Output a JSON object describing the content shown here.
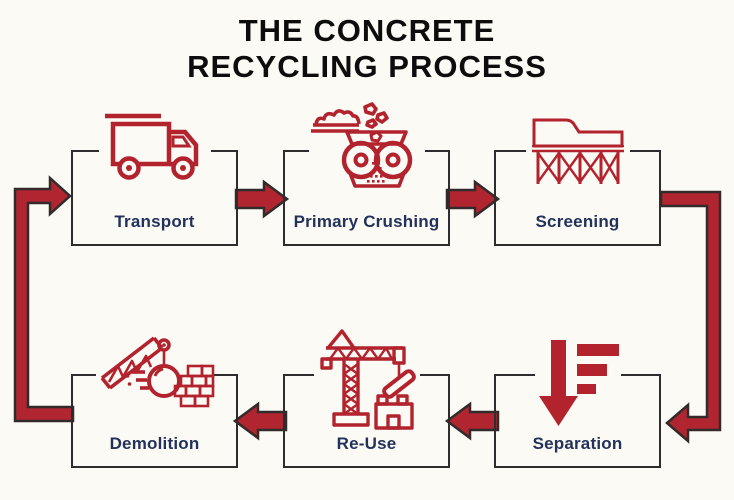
{
  "title": {
    "line1": "THE CONCRETE",
    "line2": "RECYCLING PROCESS"
  },
  "steps": [
    {
      "id": "transport",
      "label": "Transport",
      "icon": "truck-icon"
    },
    {
      "id": "primary-crushing",
      "label": "Primary Crushing",
      "icon": "crusher-icon"
    },
    {
      "id": "screening",
      "label": "Screening",
      "icon": "screening-machine-icon"
    },
    {
      "id": "separation",
      "label": "Separation",
      "icon": "sorting-arrow-icon"
    },
    {
      "id": "re-use",
      "label": "Re-Use",
      "icon": "tower-crane-icon"
    },
    {
      "id": "demolition",
      "label": "Demolition",
      "icon": "wrecking-ball-icon"
    }
  ],
  "flow": {
    "order": [
      "Transport",
      "Primary Crushing",
      "Screening",
      "Separation",
      "Re-Use",
      "Demolition"
    ],
    "cycle": true,
    "direction": "clockwise"
  },
  "colors": {
    "background": "#fbfaf4",
    "accent_red": "#b0252f",
    "arrow_outline": "#332a2b",
    "box_border": "#2f2c2d",
    "label_navy": "#22325a",
    "title_black": "#0d0d0d"
  }
}
